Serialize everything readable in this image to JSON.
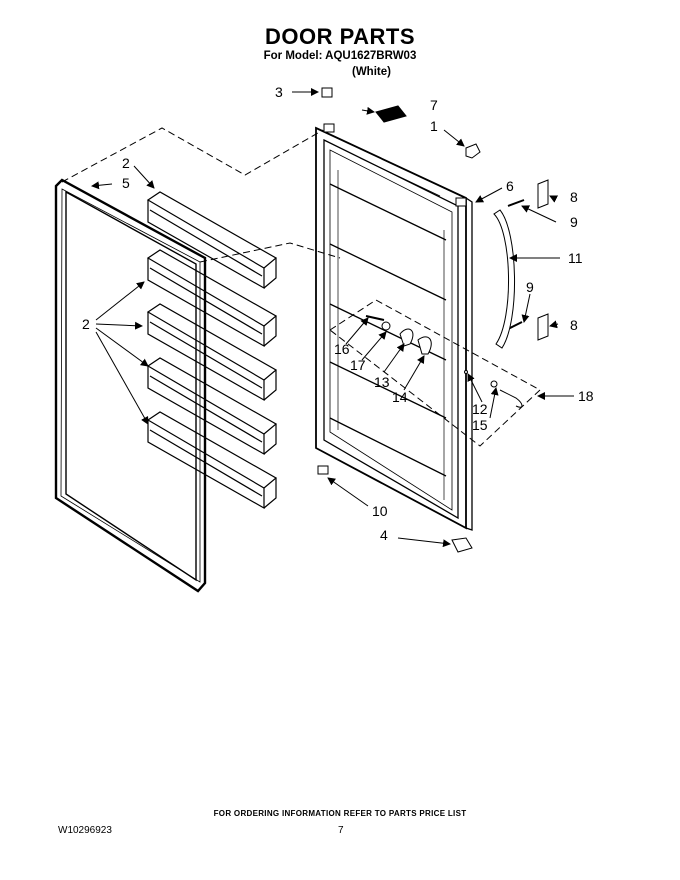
{
  "header": {
    "title": "DOOR PARTS",
    "model_line": "For Model: AQU1627BRW03",
    "variant": "(White)"
  },
  "callouts": [
    "1",
    "2",
    "2",
    "3",
    "4",
    "5",
    "6",
    "7",
    "8",
    "8",
    "9",
    "9",
    "10",
    "11",
    "12",
    "13",
    "14",
    "15",
    "16",
    "17",
    "18"
  ],
  "footer": {
    "ordering_note": "FOR ORDERING INFORMATION REFER TO PARTS PRICE LIST",
    "doc_number": "W10296923",
    "page_number": "7"
  }
}
